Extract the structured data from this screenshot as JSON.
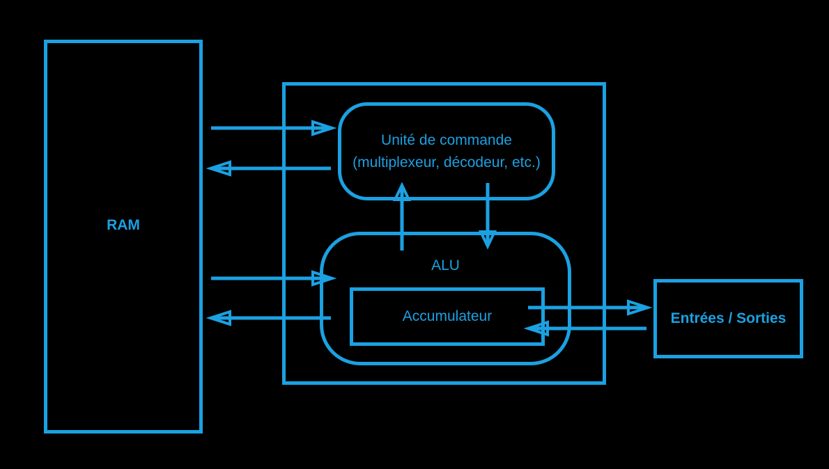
{
  "colors": {
    "background": "#000000",
    "accent": "#1BA1E2"
  },
  "nodes": {
    "ram": {
      "label": "RAM"
    },
    "processor": {
      "label": ""
    },
    "control_unit": {
      "line1": "Unité de commande",
      "line2": "(multiplexeur, décodeur, etc.)"
    },
    "alu": {
      "label": "ALU"
    },
    "accumulator": {
      "label": "Accumulateur"
    },
    "io": {
      "label": "Entrées / Sorties"
    }
  },
  "connections": [
    {
      "from": "ram",
      "to": "control_unit",
      "direction": "right"
    },
    {
      "from": "control_unit",
      "to": "ram",
      "direction": "left"
    },
    {
      "from": "alu",
      "to": "control_unit",
      "direction": "up"
    },
    {
      "from": "control_unit",
      "to": "alu",
      "direction": "down"
    },
    {
      "from": "ram",
      "to": "alu",
      "direction": "right"
    },
    {
      "from": "alu",
      "to": "ram",
      "direction": "left"
    },
    {
      "from": "accumulator",
      "to": "io",
      "direction": "right"
    },
    {
      "from": "io",
      "to": "accumulator",
      "direction": "left"
    }
  ]
}
